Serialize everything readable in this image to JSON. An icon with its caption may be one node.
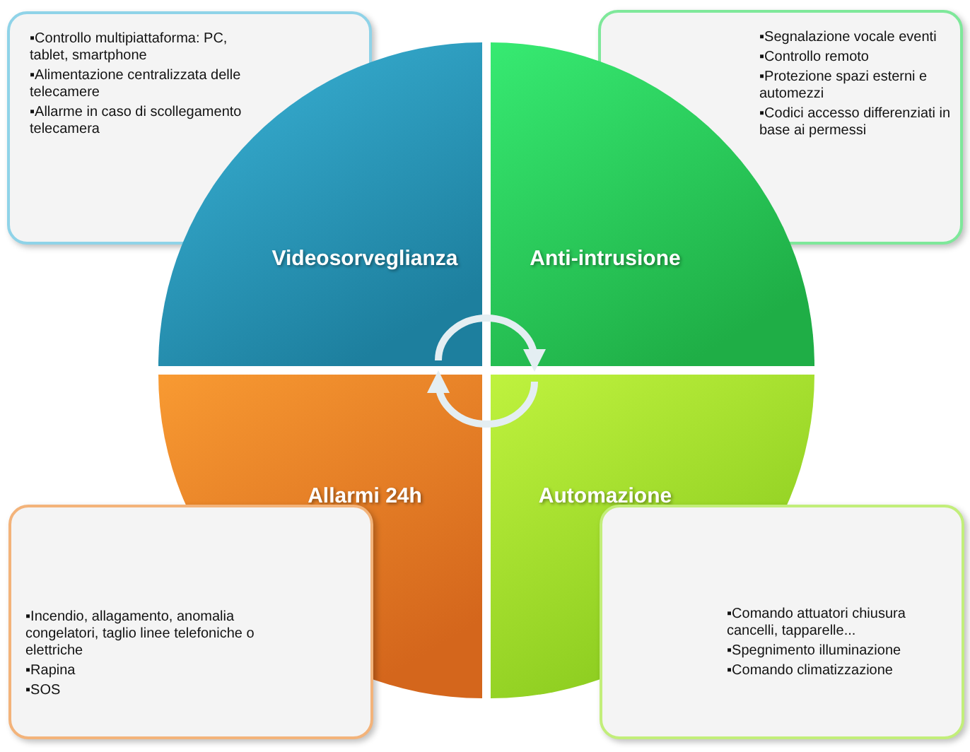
{
  "diagram": {
    "nodes": [
      {
        "text": [
          "▪Controllo multipiattaforma: PC, tablet, smartphone",
          "▪Alimentazione centralizzata delle telecamere",
          "▪Allarme in caso di scollegamento telecamera"
        ]
      },
      {
        "text": [
          "▪Segnalazione vocale eventi",
          "▪Controllo remoto",
          "▪Protezione spazi esterni e automezzi",
          "▪Codici accesso differenziati in base ai permessi"
        ]
      },
      {
        "text": [
          "Videosorveglianza"
        ]
      },
      {
        "text": [
          "Anti-intrusione"
        ]
      },
      {
        "text": [
          "Allarmi 24h"
        ]
      },
      {
        "text": [
          "Automazione"
        ]
      },
      {
        "text": [
          "▪Incendio, allagamento, anomalia congelatori, taglio linee telefoniche o elettriche",
          "▪Rapina",
          "▪SOS"
        ]
      },
      {
        "text": [
          "▪Comando attuatori chiusura cancelli, tapparelle...",
          "▪Spegnimento illuminazione",
          "▪Comando climatizzazione"
        ]
      }
    ],
    "edges": [
      {
        "from": 2,
        "to": 3,
        "arrow": "to"
      },
      {
        "from": 5,
        "to": 4,
        "arrow": "to"
      }
    ]
  }
}
